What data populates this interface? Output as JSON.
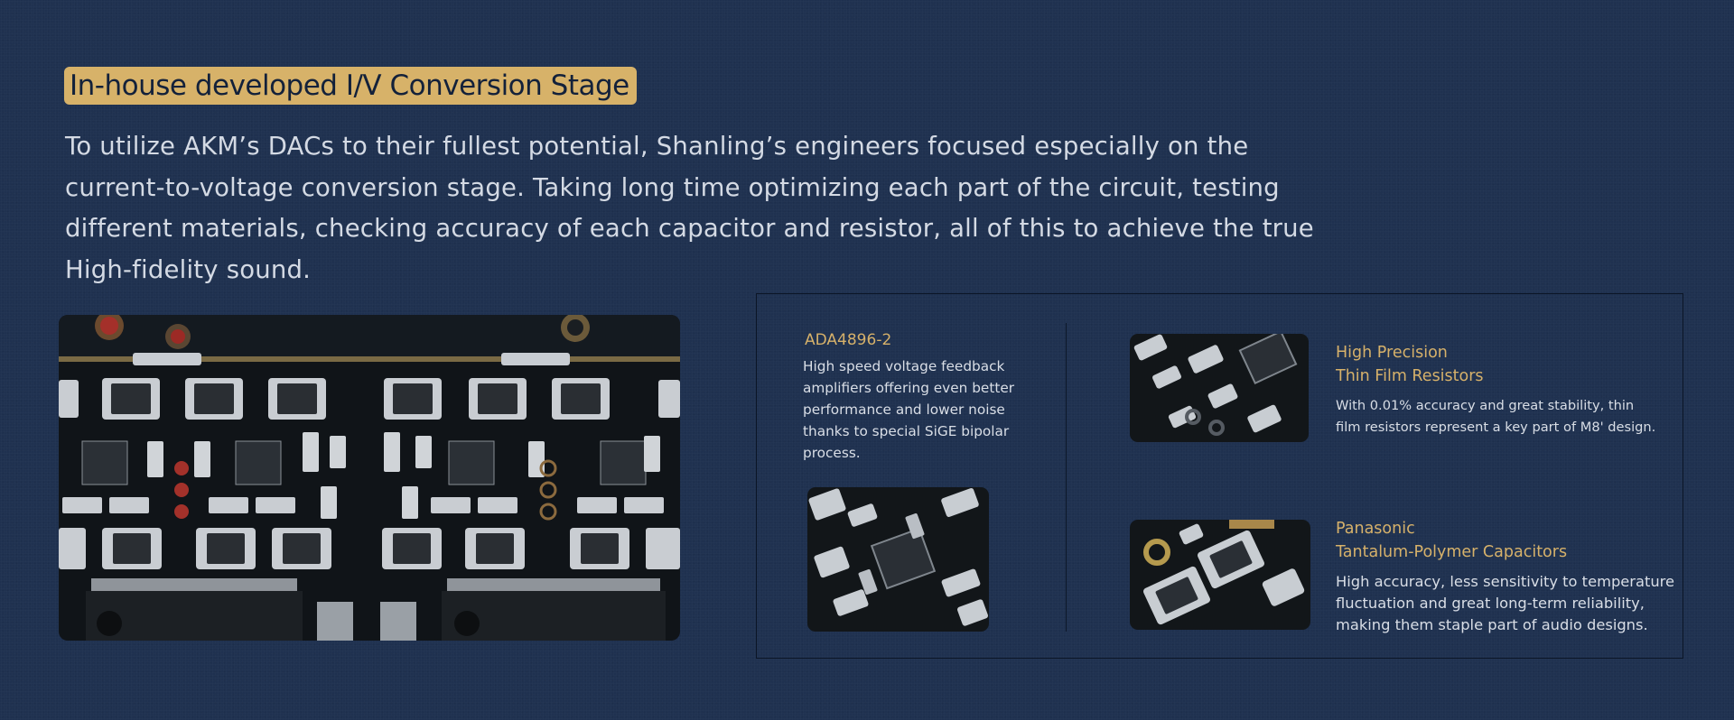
{
  "heading": "In-house developed I/V Conversion Stage",
  "intro": "To utilize AKM’s DACs to their fullest potential, Shanling’s engineers focused especially on the current-to-voltage conversion stage. Taking long time optimizing each part of the circuit, testing different materials, checking accuracy of each capacitor and resistor, all of this to achieve the true High-fidelity sound.",
  "features": [
    {
      "title": "ADA4896-2",
      "description": "High speed voltage feedback amplifiers offering even better performance and lower noise thanks to special SiGE bipolar process."
    },
    {
      "title_line1": "High Precision",
      "title_line2": "Thin Film Resistors",
      "description": "With 0.01% accuracy and great stability, thin film resistors represent a key part of M8' design."
    },
    {
      "title_line1": "Panasonic",
      "title_line2": "Tantalum-Polymer Capacitors",
      "description": "High accuracy, less sensitivity to temperature fluctuation and great long-term reliability, making them staple part of audio designs."
    }
  ],
  "colors": {
    "background": "#1f3150",
    "accent_gold": "#d7b269",
    "text_light": "#d4dae4",
    "panel_border": "#0b1526"
  }
}
